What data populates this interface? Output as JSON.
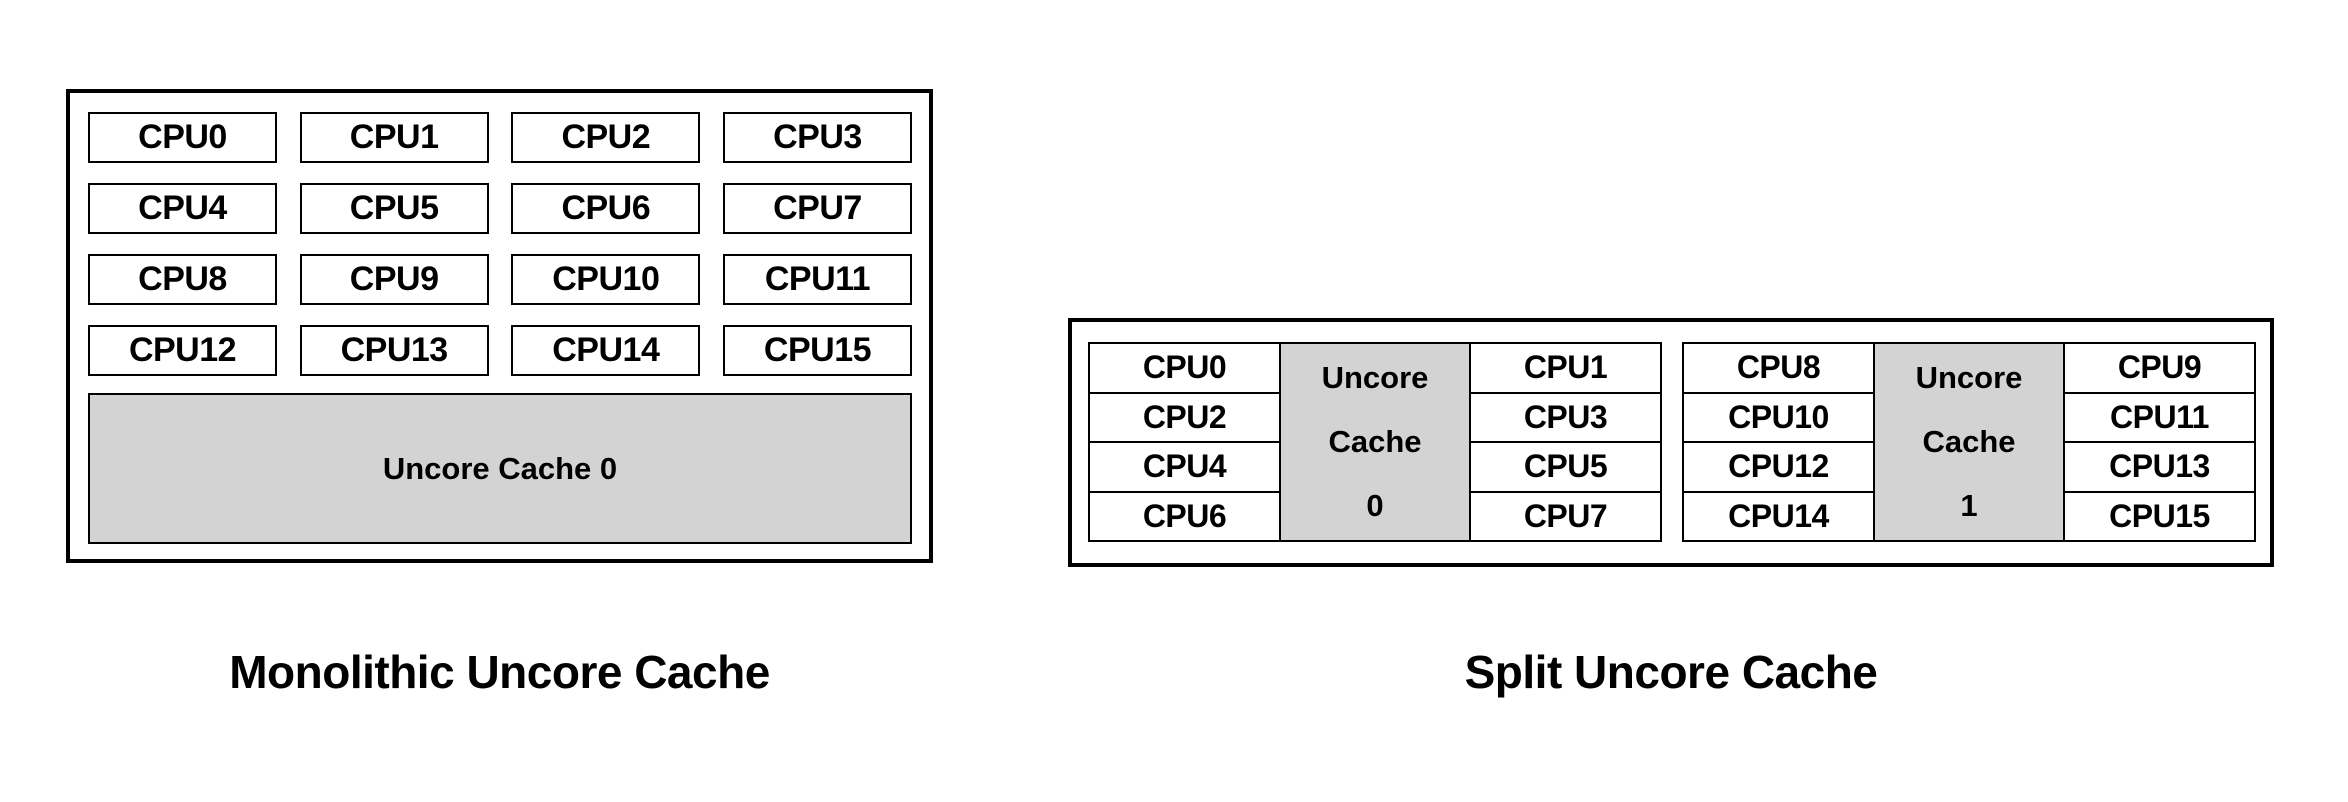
{
  "colors": {
    "background": "#ffffff",
    "box_border": "#000000",
    "cache_fill": "#d3d3d3",
    "text": "#000000"
  },
  "monolithic": {
    "caption": "Monolithic Uncore Cache",
    "cpus": [
      "CPU0",
      "CPU1",
      "CPU2",
      "CPU3",
      "CPU4",
      "CPU5",
      "CPU6",
      "CPU7",
      "CPU8",
      "CPU9",
      "CPU10",
      "CPU11",
      "CPU12",
      "CPU13",
      "CPU14",
      "CPU15"
    ],
    "cache_label": "Uncore Cache 0"
  },
  "split": {
    "caption": "Split Uncore Cache",
    "clusters": [
      {
        "left_cpus": [
          "CPU0",
          "CPU2",
          "CPU4",
          "CPU6"
        ],
        "cache_lines": [
          "Uncore",
          "Cache",
          "0"
        ],
        "right_cpus": [
          "CPU1",
          "CPU3",
          "CPU5",
          "CPU7"
        ]
      },
      {
        "left_cpus": [
          "CPU8",
          "CPU10",
          "CPU12",
          "CPU14"
        ],
        "cache_lines": [
          "Uncore",
          "Cache",
          "1"
        ],
        "right_cpus": [
          "CPU9",
          "CPU11",
          "CPU13",
          "CPU15"
        ]
      }
    ]
  }
}
